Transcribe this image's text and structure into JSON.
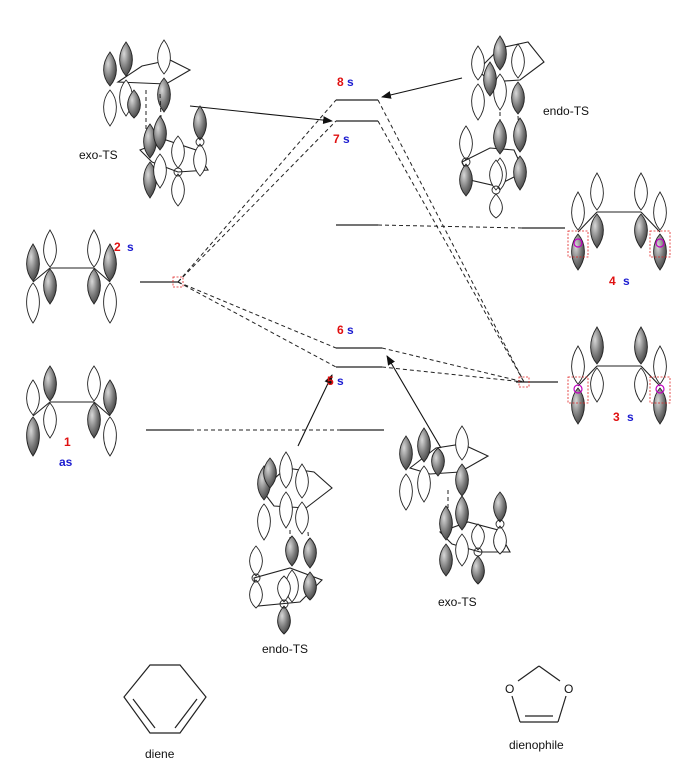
{
  "labels": {
    "exo_ts_top": "exo-TS",
    "endo_ts_top": "endo-TS",
    "endo_ts_bottom": "endo-TS",
    "exo_ts_bottom": "exo-TS",
    "diene": "diene",
    "dienophile": "dienophile",
    "ring_o_left": "O",
    "ring_o_right": "O"
  },
  "orbitals": {
    "mo1": {
      "number": "1",
      "symmetry": "as"
    },
    "mo2": {
      "number": "2",
      "symmetry": "s"
    },
    "mo3": {
      "number": "3",
      "symmetry": "s"
    },
    "mo4": {
      "number": "4",
      "symmetry": "s"
    },
    "mo5": {
      "number": "5",
      "symmetry": "s"
    },
    "mo6": {
      "number": "6",
      "symmetry": "s"
    },
    "mo7": {
      "number": "7",
      "symmetry": "s"
    },
    "mo8": {
      "number": "8",
      "symmetry": "s"
    }
  },
  "colors": {
    "number": "#e01010",
    "symmetry": "#1a1ad0",
    "marker": "#e02020",
    "node_marker": "#c000c0"
  }
}
